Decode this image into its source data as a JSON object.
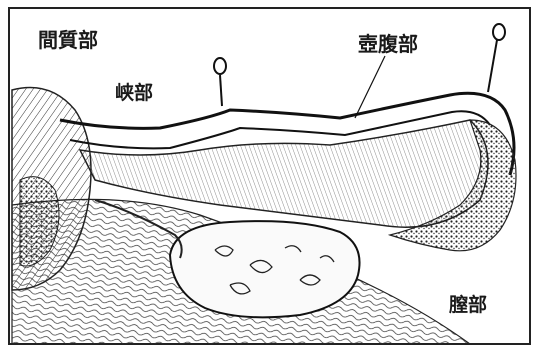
{
  "labels": {
    "interstitial": "間質部",
    "isthmus": "峡部",
    "ampulla": "壺腹部",
    "uterus": "膣部"
  },
  "colors": {
    "ink": "#1a1a1a",
    "paper": "#ffffff"
  }
}
